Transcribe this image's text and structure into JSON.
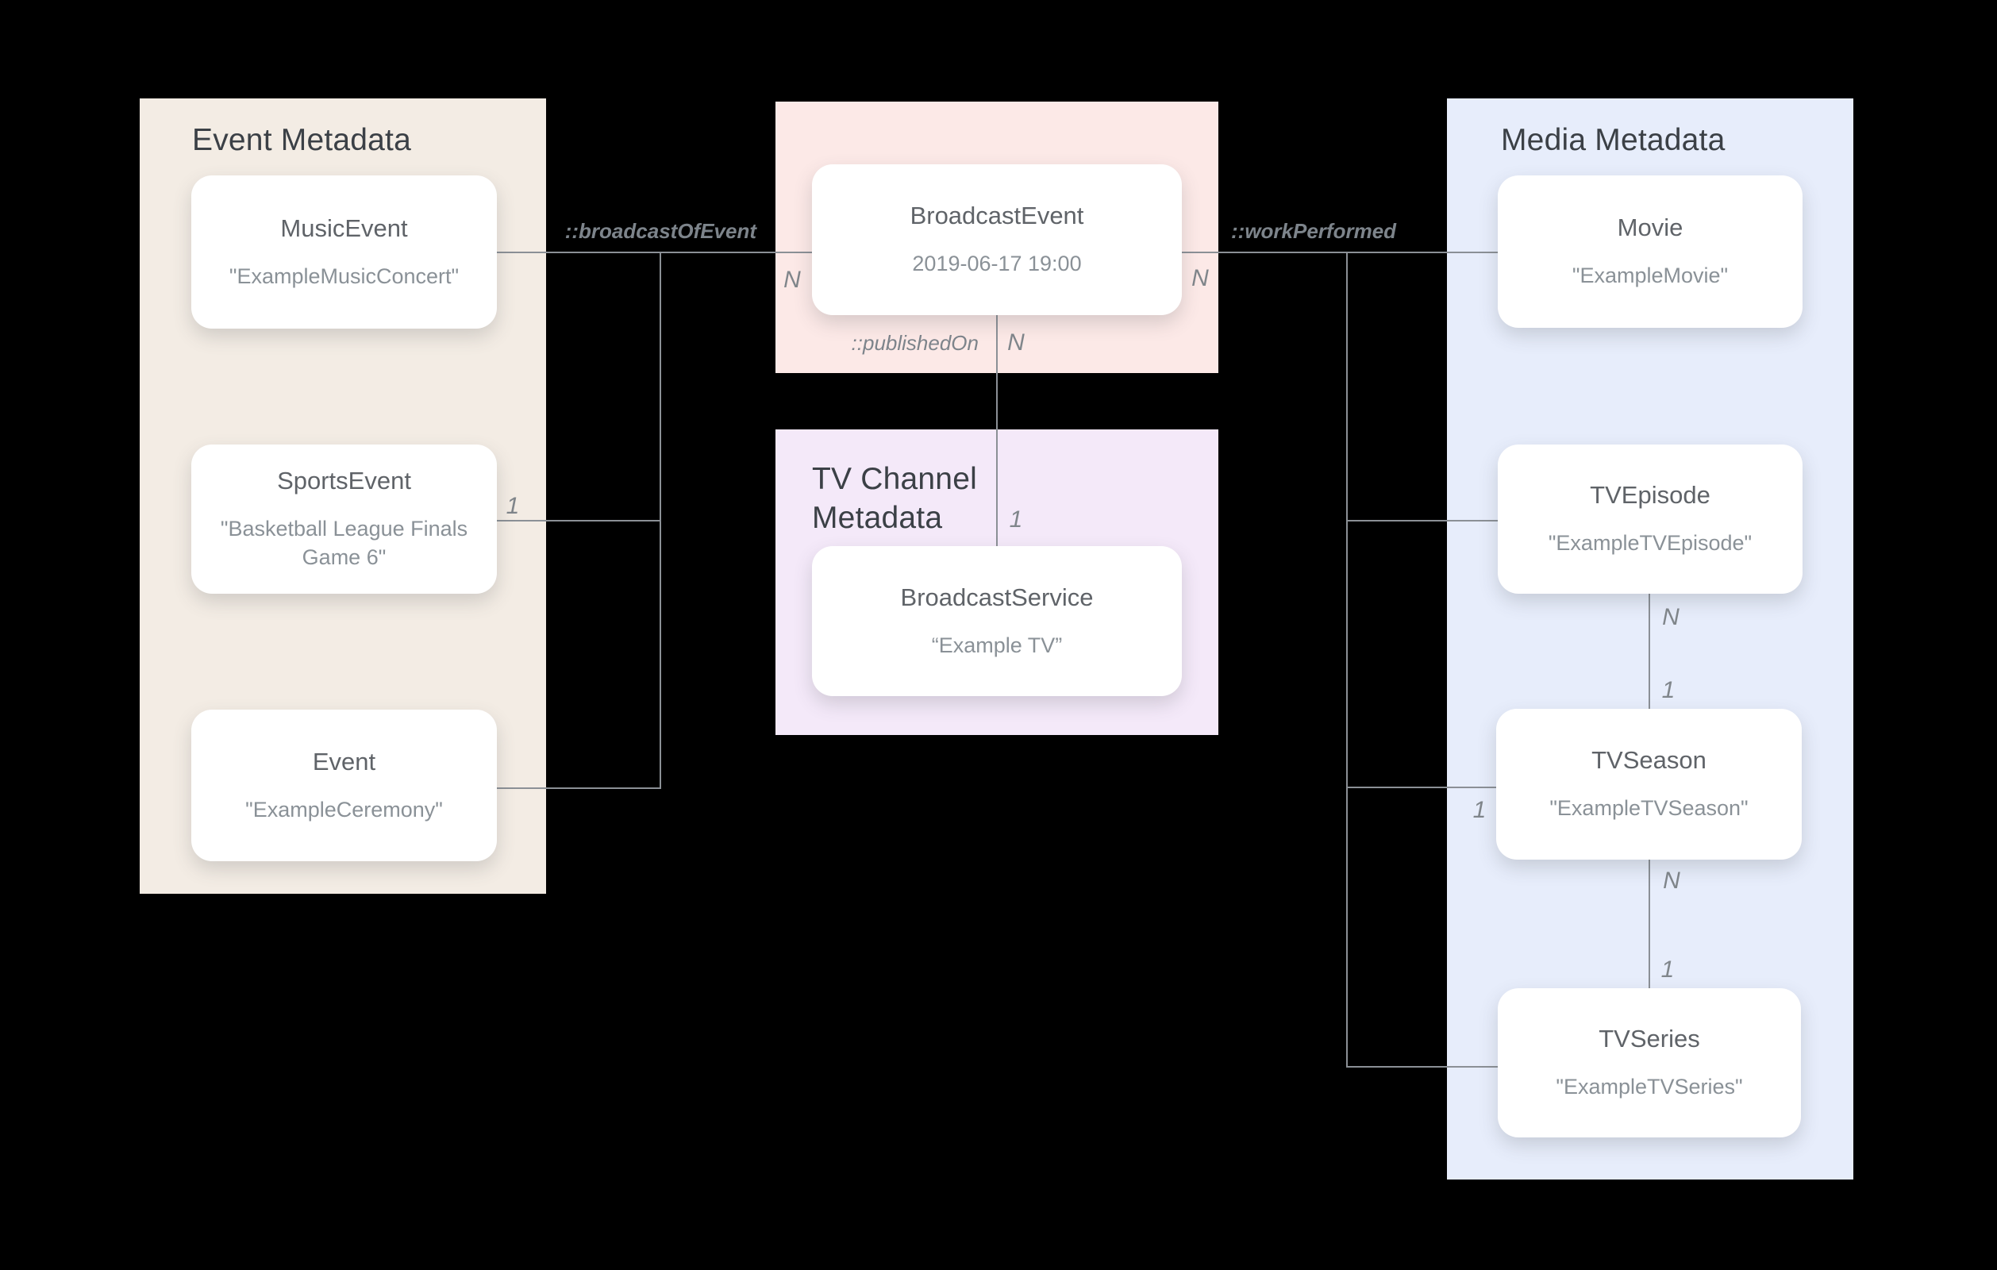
{
  "colors": {
    "background": "#000000",
    "event_panel_bg": "#f3ece4",
    "broadcast_event_panel_bg": "#fce9e7",
    "tv_channel_panel_bg": "#f4e9f9",
    "media_panel_bg": "#e7edfb",
    "card_bg": "#ffffff",
    "connector": "#8b9096",
    "panel_title_text": "#3b4046",
    "node_title_text": "#5f6368",
    "node_value_text": "#8a9197",
    "edge_label_text": "#7d848b"
  },
  "panels": {
    "event": {
      "title": "Event Metadata"
    },
    "tv_channel": {
      "title": "TV Channel Metadata"
    },
    "media": {
      "title": "Media Metadata"
    }
  },
  "nodes": {
    "music_event": {
      "title": "MusicEvent",
      "value": "\"ExampleMusicConcert\""
    },
    "sports_event": {
      "title": "SportsEvent",
      "value": "\"Basketball League Finals Game 6\""
    },
    "event": {
      "title": "Event",
      "value": "\"ExampleCeremony\""
    },
    "broadcast_event": {
      "title": "BroadcastEvent",
      "value": "2019-06-17 19:00"
    },
    "broadcast_service": {
      "title": "BroadcastService",
      "value": "“Example TV”"
    },
    "movie": {
      "title": "Movie",
      "value": "\"ExampleMovie\""
    },
    "tv_episode": {
      "title": "TVEpisode",
      "value": "\"ExampleTVEpisode\""
    },
    "tv_season": {
      "title": "TVSeason",
      "value": "\"ExampleTVSeason\""
    },
    "tv_series": {
      "title": "TVSeries",
      "value": "\"ExampleTVSeries\""
    }
  },
  "edges": {
    "broadcast_of_event": "::broadcastOfEvent",
    "published_on": "::publishedOn",
    "work_performed": "::workPerformed"
  },
  "markers": {
    "broadcast_left_n": "N",
    "work_right_n": "N",
    "published_top_n": "N",
    "published_bottom_1": "1",
    "sports_1": "1",
    "season_left_1": "1",
    "episode_bottom_n": "N",
    "season_top_1": "1",
    "season_bottom_n": "N",
    "series_top_1": "1"
  }
}
